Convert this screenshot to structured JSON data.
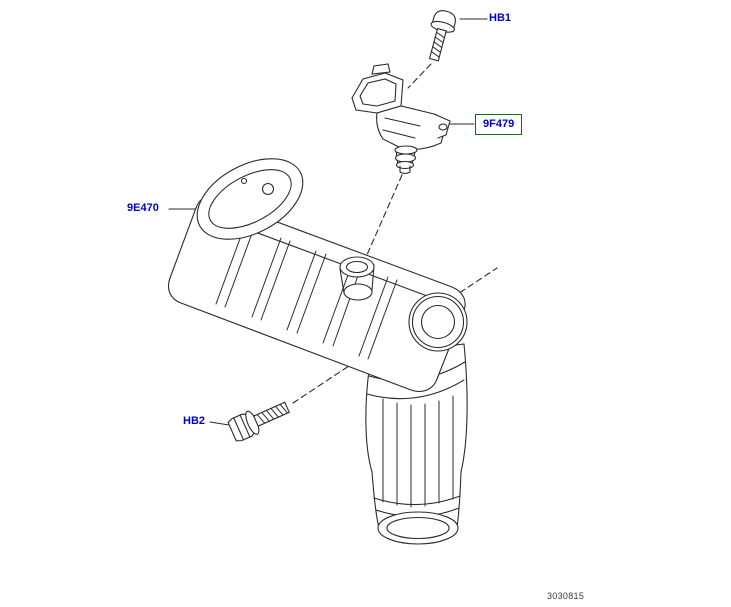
{
  "page": {
    "background": "#ffffff",
    "drawing_number": "3030815"
  },
  "callouts": {
    "hb1": {
      "label": "HB1",
      "highlighted": false
    },
    "sensor": {
      "label": "9F479",
      "highlighted": true
    },
    "manifold": {
      "label": "9E470",
      "highlighted": false
    },
    "hb2": {
      "label": "HB2",
      "highlighted": false
    }
  },
  "colors": {
    "callout_text": "#0000cd",
    "highlight_box_border": "#007d00",
    "drawing_line": "#2b2b2b",
    "drawing_number_text": "#3a3a3a"
  }
}
